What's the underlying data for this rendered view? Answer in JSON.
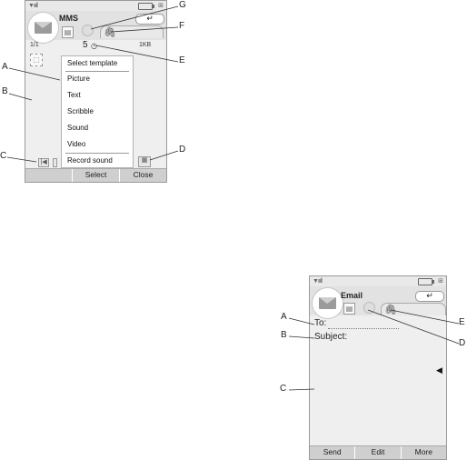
{
  "mms": {
    "title": "MMS",
    "back_glyph": "↵",
    "slide_counter": "1/1",
    "timer_value": "5",
    "size": "1KB",
    "menu": {
      "items": [
        "Select template",
        "Picture",
        "Text",
        "Scribble",
        "Sound",
        "Video",
        "Record sound"
      ]
    },
    "softkeys": [
      "",
      "Select",
      "Close"
    ]
  },
  "email": {
    "title": "Email",
    "back_glyph": "↵",
    "to_label": "To:",
    "subject_label": "Subject:",
    "softkeys": [
      "Send",
      "Edit",
      "More"
    ]
  },
  "callouts": {
    "mms": [
      "A",
      "B",
      "C",
      "D",
      "E",
      "F",
      "G"
    ],
    "email": [
      "A",
      "B",
      "C",
      "D",
      "E"
    ]
  },
  "icons": {
    "envelope": "envelope-icon",
    "note": "note-icon",
    "sound": "sound-icon",
    "attachment": "paperclip-icon",
    "timer": "timer-icon",
    "signal": "signal-icon",
    "battery": "battery-icon"
  }
}
